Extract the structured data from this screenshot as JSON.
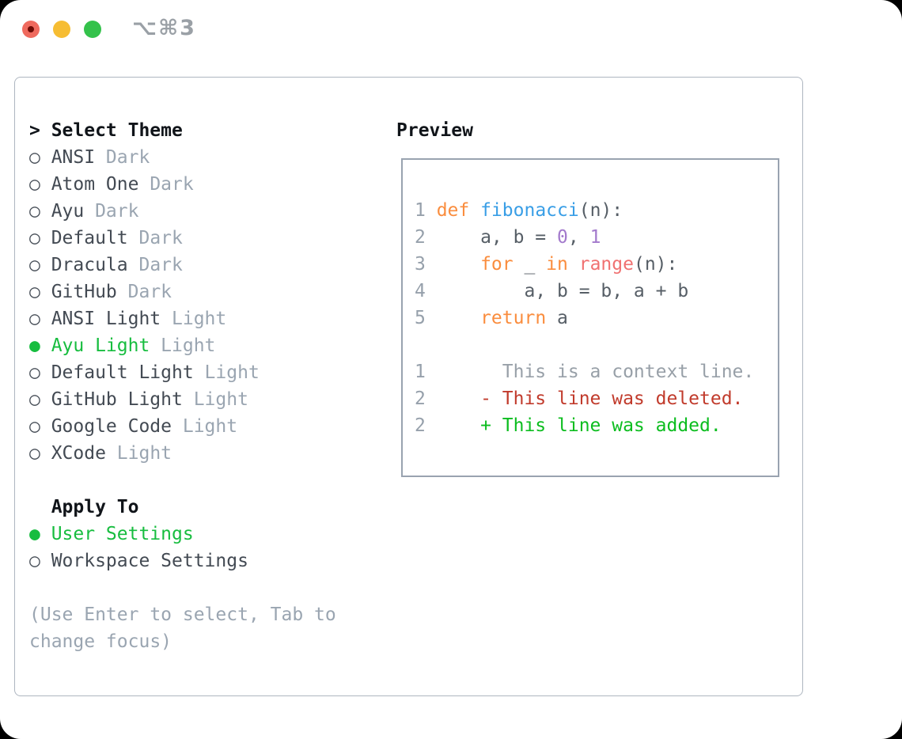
{
  "titlebar": {
    "shortcut": "⌥⌘3"
  },
  "theme_picker": {
    "prompt_marker": ">",
    "title": "Select Theme",
    "themes": [
      {
        "name": "ANSI",
        "variant": "Dark",
        "selected": false
      },
      {
        "name": "Atom One",
        "variant": "Dark",
        "selected": false
      },
      {
        "name": "Ayu",
        "variant": "Dark",
        "selected": false
      },
      {
        "name": "Default",
        "variant": "Dark",
        "selected": false
      },
      {
        "name": "Dracula",
        "variant": "Dark",
        "selected": false
      },
      {
        "name": "GitHub",
        "variant": "Dark",
        "selected": false
      },
      {
        "name": "ANSI Light",
        "variant": "Light",
        "selected": false
      },
      {
        "name": "Ayu Light",
        "variant": "Light",
        "selected": true
      },
      {
        "name": "Default Light",
        "variant": "Light",
        "selected": false
      },
      {
        "name": "GitHub Light",
        "variant": "Light",
        "selected": false
      },
      {
        "name": "Google Code",
        "variant": "Light",
        "selected": false
      },
      {
        "name": "XCode",
        "variant": "Light",
        "selected": false
      }
    ],
    "apply_to": {
      "title": "Apply To",
      "options": [
        {
          "name": "User Settings",
          "selected": true
        },
        {
          "name": "Workspace Settings",
          "selected": false
        }
      ]
    },
    "hint_lines": [
      "(Use Enter to select, Tab to",
      "change focus)"
    ],
    "radio_selected_glyph": "●",
    "radio_unselected_glyph": "○"
  },
  "preview": {
    "title": "Preview",
    "lines": [
      {
        "num": "1",
        "tokens": [
          [
            "def",
            "keyword"
          ],
          [
            " ",
            "plain"
          ],
          [
            "fibonacci",
            "function"
          ],
          [
            "(n):",
            "plain"
          ]
        ]
      },
      {
        "num": "2",
        "tokens": [
          [
            "    a, b = ",
            "plain"
          ],
          [
            "0",
            "number"
          ],
          [
            ", ",
            "plain"
          ],
          [
            "1",
            "number"
          ]
        ]
      },
      {
        "num": "3",
        "tokens": [
          [
            "    ",
            "plain"
          ],
          [
            "for",
            "keyword"
          ],
          [
            " _ ",
            "plain"
          ],
          [
            "in",
            "keyword"
          ],
          [
            " ",
            "plain"
          ],
          [
            "range",
            "builtin"
          ],
          [
            "(n):",
            "plain"
          ]
        ]
      },
      {
        "num": "4",
        "tokens": [
          [
            "        a, b = b, a + b",
            "plain"
          ]
        ]
      },
      {
        "num": "5",
        "tokens": [
          [
            "    ",
            "plain"
          ],
          [
            "return",
            "keyword"
          ],
          [
            " a",
            "plain"
          ]
        ]
      },
      {
        "num": "",
        "tokens": []
      },
      {
        "num": "1",
        "tokens": [
          [
            "      This is a context line.",
            "context"
          ]
        ]
      },
      {
        "num": "2",
        "tokens": [
          [
            "    - This line was deleted.",
            "deleted"
          ]
        ]
      },
      {
        "num": "2",
        "tokens": [
          [
            "    + This line was added.",
            "added"
          ]
        ]
      }
    ],
    "syntax_colors": {
      "keyword": "#fa8d3e",
      "function": "#399ee6",
      "number": "#a37acc",
      "builtin": "#f07171",
      "plain": "#565e66",
      "context": "#98a0a8",
      "deleted": "#c13b2c",
      "added": "#0cbd1f",
      "line_number": "#96a0ab"
    },
    "ui_colors": {
      "selection_green": "#17bd3f"
    }
  }
}
